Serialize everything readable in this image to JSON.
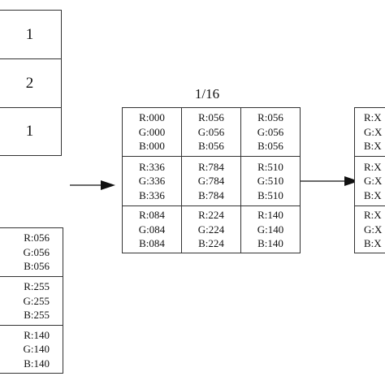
{
  "kernel_column": [
    "1",
    "2",
    "1"
  ],
  "left_pixel_column": [
    {
      "r": "R:056",
      "g": "G:056",
      "b": "B:056"
    },
    {
      "r": "R:255",
      "g": "G:255",
      "b": "B:255"
    },
    {
      "r": "R:140",
      "g": "G:140",
      "b": "B:140"
    }
  ],
  "middle_matrix": {
    "title": "1/16",
    "rows": [
      [
        {
          "r": "R:000",
          "g": "G:000",
          "b": "B:000"
        },
        {
          "r": "R:056",
          "g": "G:056",
          "b": "B:056"
        },
        {
          "r": "R:056",
          "g": "G:056",
          "b": "B:056"
        }
      ],
      [
        {
          "r": "R:336",
          "g": "G:336",
          "b": "B:336"
        },
        {
          "r": "R:784",
          "g": "G:784",
          "b": "B:784"
        },
        {
          "r": "R:510",
          "g": "G:510",
          "b": "B:510"
        }
      ],
      [
        {
          "r": "R:084",
          "g": "G:084",
          "b": "B:084"
        },
        {
          "r": "R:224",
          "g": "G:224",
          "b": "B:224"
        },
        {
          "r": "R:140",
          "g": "G:140",
          "b": "B:140"
        }
      ]
    ]
  },
  "right_partial_column": [
    {
      "r": "R:X",
      "g": "G:X",
      "b": "B:X"
    },
    {
      "r": "R:X",
      "g": "G:X",
      "b": "B:X"
    },
    {
      "r": "R:X",
      "g": "G:X",
      "b": "B:X"
    }
  ]
}
